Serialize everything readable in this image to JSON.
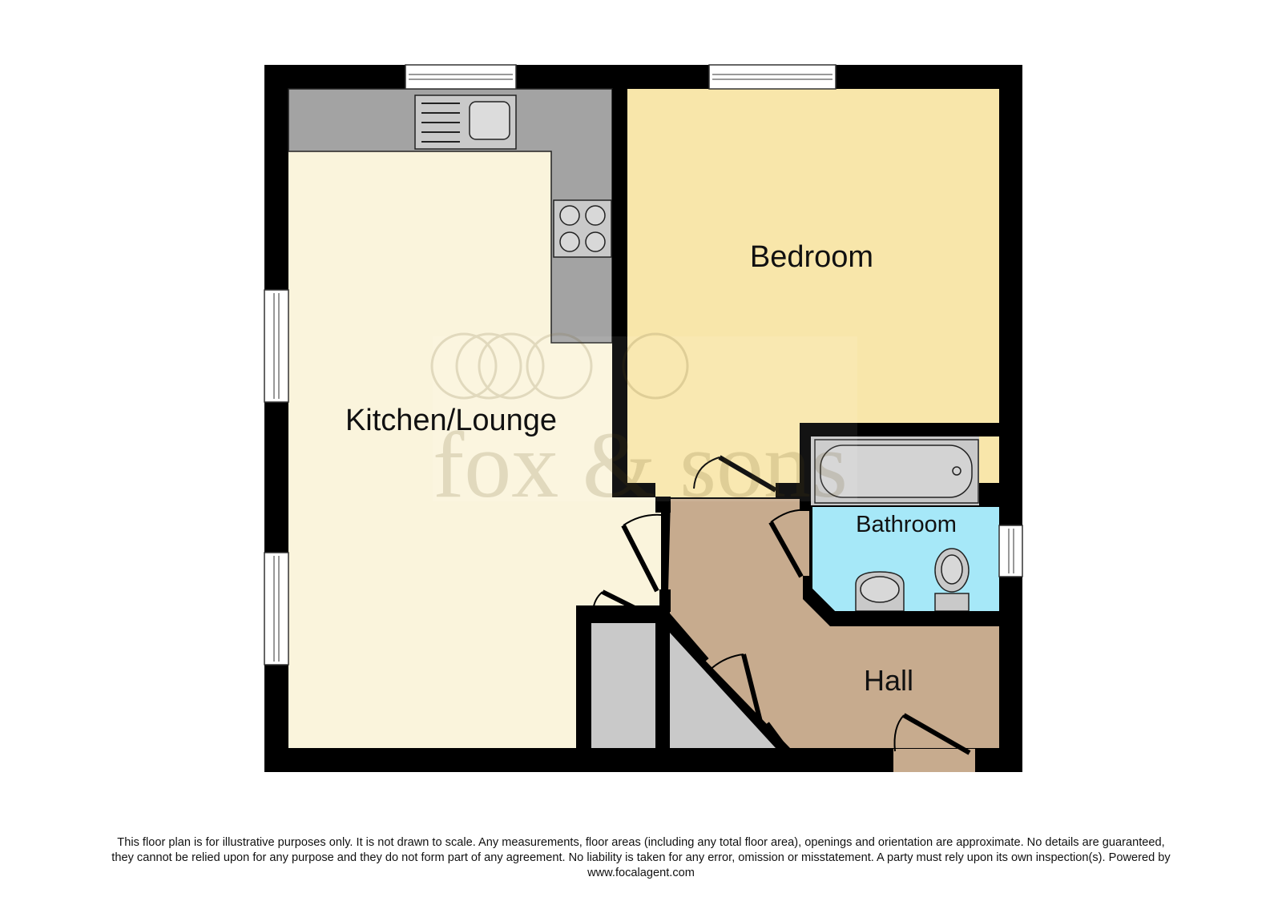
{
  "rooms": {
    "kitchen_lounge": "Kitchen/Lounge",
    "bedroom": "Bedroom",
    "bathroom": "Bathroom",
    "hall": "Hall"
  },
  "watermark": "fox & sons",
  "disclaimer": {
    "line1": "This floor plan is for illustrative purposes only. It is not drawn to scale. Any measurements, floor areas (including any total floor area), openings and orientation are approximate. No details are guaranteed,",
    "line2": "they cannot be relied upon for any purpose and they do not form part of any agreement. No liability is taken for any error, omission or misstatement. A party must rely upon its own inspection(s). Powered by",
    "line3": "www.focalagent.com"
  },
  "colors": {
    "wall": "#000000",
    "kitchen_lounge": "#faf4dc",
    "bedroom": "#f8e6aa",
    "bathroom": "#a6e8f8",
    "hall": "#c7ab8e",
    "worktop": "#a3a3a3",
    "fixture": "#c9c9c9"
  }
}
